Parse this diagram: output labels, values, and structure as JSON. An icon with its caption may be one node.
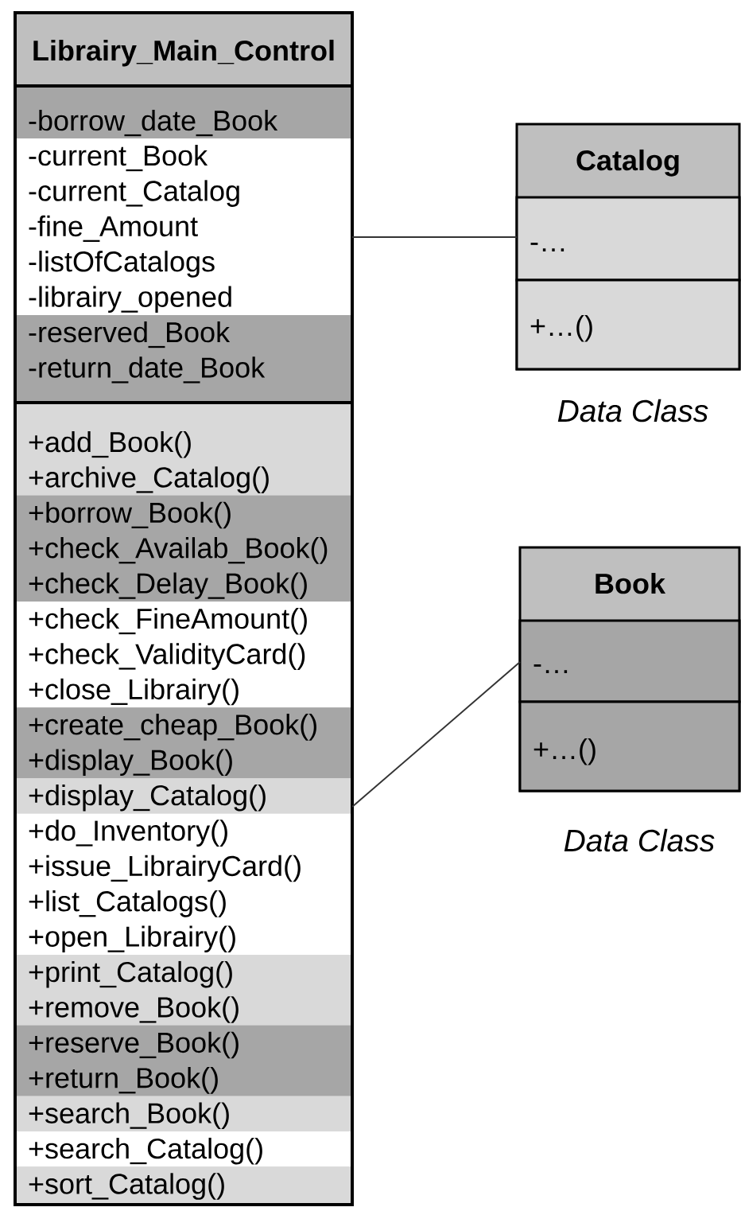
{
  "diagram": {
    "nodes": [
      {
        "text": [
          "Librairy_Main_Control"
        ]
      },
      {
        "text": [
          "-borrow_date_Book"
        ],
        "in": 0
      },
      {
        "text": [
          "-current_Book",
          "-current_Catalog",
          "-fine_Amount",
          "-listOfCatalogs",
          "-librairy_opened"
        ],
        "in": 0
      },
      {
        "text": [
          "-reserved_Book",
          "-return_date_Book"
        ],
        "in": 0
      },
      {
        "text": [
          "+add_Book()",
          "+archive_Catalog()"
        ],
        "in": 0
      },
      {
        "text": [
          "+borrow_Book()",
          "+check_Availab_Book()",
          "+check_Delay_Book()"
        ],
        "in": 0
      },
      {
        "text": [
          "+check_FineAmount()",
          "+check_ValidityCard()",
          "+close_Librairy()"
        ],
        "in": 0
      },
      {
        "text": [
          "+create_cheap_Book()",
          "+display_Book()"
        ],
        "in": 0
      },
      {
        "text": [
          "+display_Catalog()"
        ],
        "in": 0
      },
      {
        "text": [
          "+do_Inventory()",
          "+issue_LibrairyCard()",
          "+list_Catalogs()",
          "+open_Librairy()"
        ],
        "in": 0
      },
      {
        "text": [
          "+print_Catalog()",
          "+remove_Book()"
        ],
        "in": 0
      },
      {
        "text": [
          "+reserve_Book()",
          "+return_Book()"
        ],
        "in": 0
      },
      {
        "text": [
          "+search_Book()"
        ],
        "in": 0
      },
      {
        "text": [
          "+search_Catalog()"
        ],
        "in": 0
      },
      {
        "text": [
          "+sort_Catalog()"
        ],
        "in": 0
      },
      {
        "text": [
          "Catalog"
        ],
        "beside": [
          "Data Class"
        ]
      },
      {
        "text": [
          "-…"
        ],
        "in": 15
      },
      {
        "text": [
          "+…()"
        ],
        "in": 15
      },
      {
        "text": [
          "Book"
        ],
        "beside": [
          "Data Class"
        ]
      },
      {
        "text": [
          "-…"
        ],
        "in": 18
      },
      {
        "text": [
          "+…()"
        ],
        "in": 18
      }
    ],
    "edges": [
      {
        "from": 0,
        "to": 15,
        "arrow": "none"
      },
      {
        "from": 0,
        "to": 18,
        "arrow": "none"
      }
    ]
  }
}
